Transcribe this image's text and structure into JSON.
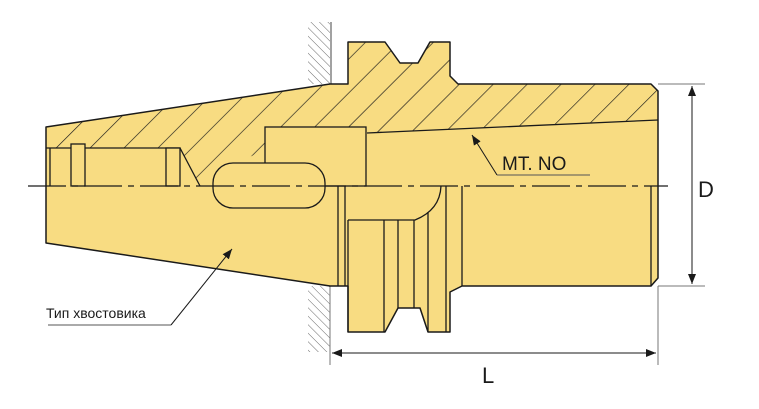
{
  "labels": {
    "mt_no": "MT. NO",
    "shank_type": "Тип хвостовика",
    "dim_d": "D",
    "dim_l": "L"
  },
  "colors": {
    "body_fill": "#f8dc82",
    "outline": "#1a1a1a",
    "dimension": "#555555"
  }
}
